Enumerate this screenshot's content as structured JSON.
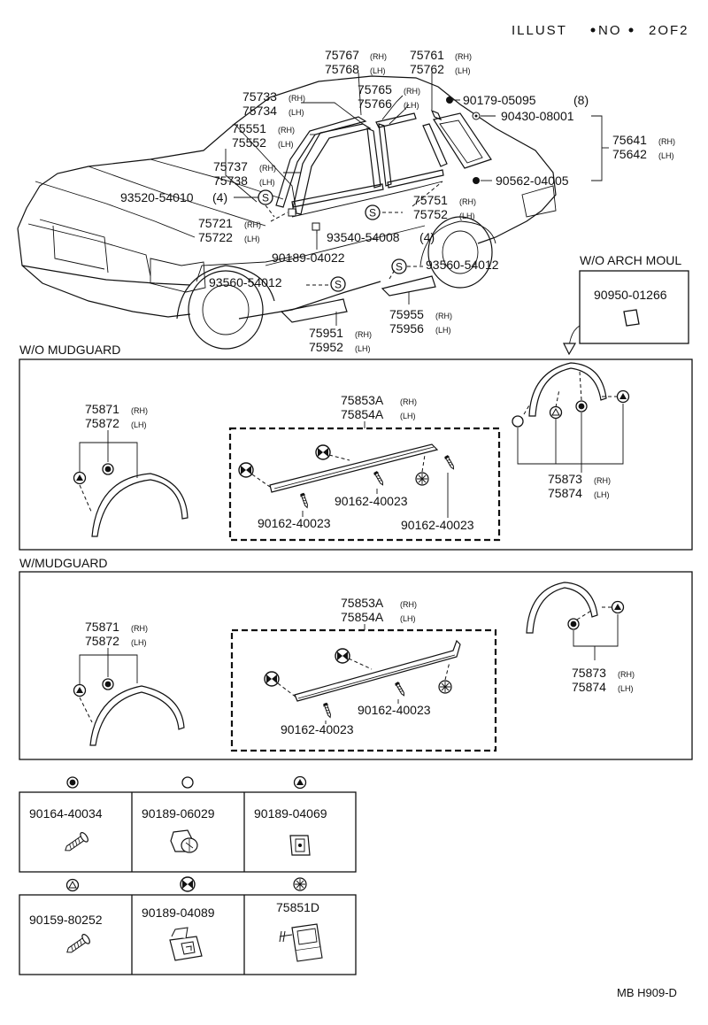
{
  "header": {
    "illust": "ILLUST",
    "no": "NO",
    "sheet": "2OF2"
  },
  "car_parts": {
    "p75767": "75767",
    "p75768": "75768",
    "p75761": "75761",
    "p75762": "75762",
    "p75733": "75733",
    "p75734": "75734",
    "p75765": "75765",
    "p75766": "75766",
    "p90179": "90179-05095",
    "p90179_qty": "(8)",
    "p90430": "90430-08001",
    "p75551": "75551",
    "p75552": "75552",
    "p75641": "75641",
    "p75642": "75642",
    "p75737": "75737",
    "p75738": "75738",
    "p90562": "90562-04005",
    "p93520": "93520-54010",
    "p93520_qty": "(4)",
    "p75751": "75751",
    "p75752": "75752",
    "p75721": "75721",
    "p75722": "75722",
    "p93540": "93540-54008",
    "p93540_qty": "(4)",
    "p90189a": "90189-04022",
    "p93560a": "93560-54012",
    "p93560b": "93560-54012",
    "p75951": "75951",
    "p75952": "75952",
    "p75955": "75955",
    "p75956": "75956"
  },
  "suffix": {
    "rh": "(RH)",
    "lh": "(LH)"
  },
  "arch": {
    "title": "W/O ARCH MOUL",
    "part": "90950-01266"
  },
  "wo_mudguard": {
    "title": "W/O  MUDGUARD",
    "front_rh": "75871",
    "front_lh": "75872",
    "side_rh": "75853A",
    "side_lh": "75854A",
    "screw_a": "90162-40023",
    "screw_b": "90162-40023",
    "screw_c": "90162-40023",
    "rear_rh": "75873",
    "rear_lh": "75874"
  },
  "w_mudguard": {
    "title": "W/MUDGUARD",
    "front_rh": "75871",
    "front_lh": "75872",
    "side_rh": "75853A",
    "side_lh": "75854A",
    "screw_a": "90162-40023",
    "screw_b": "90162-40023",
    "rear_rh": "75873",
    "rear_lh": "75874"
  },
  "legend": [
    {
      "symbol": "circle-dot-icon",
      "part": "90164-40034"
    },
    {
      "symbol": "hollow-circle-icon",
      "part": "90189-06029"
    },
    {
      "symbol": "filled-triangle-icon",
      "part": "90189-04069"
    },
    {
      "symbol": "hollow-triangle-icon",
      "part": "90159-80252"
    },
    {
      "symbol": "bowtie-circle-icon",
      "part": "90189-04089"
    },
    {
      "symbol": "asterisk-circle-icon",
      "part": "75851D"
    }
  ],
  "footer": {
    "code": "MB H909-D"
  }
}
